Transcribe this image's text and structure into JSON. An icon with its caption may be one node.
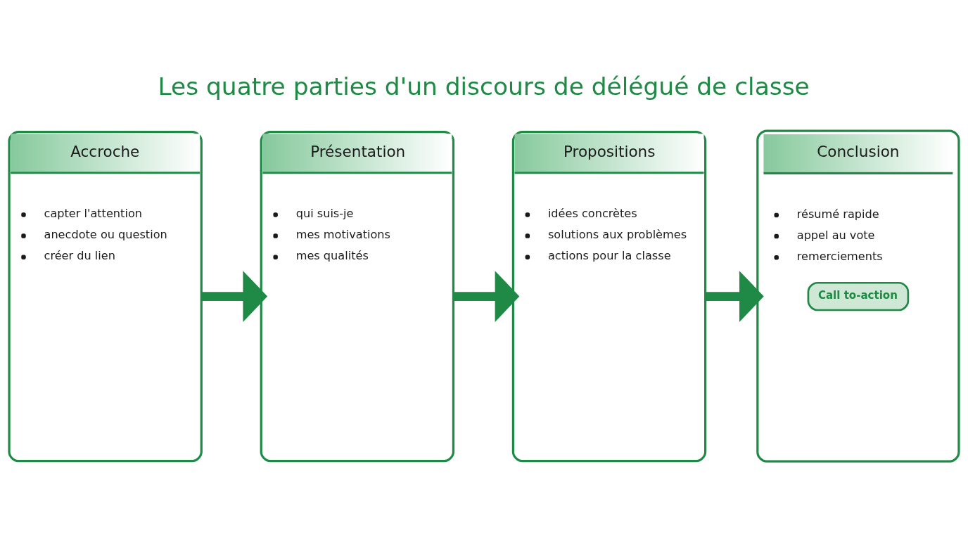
{
  "diagram": {
    "title": "Les quatre parties d'un discours de délégué de classe",
    "nodes": [
      {
        "text": [
          "Accroche",
          "capter l'attention",
          "anecdote ou question",
          "créer du lien"
        ]
      },
      {
        "text": [
          "Présentation",
          "qui suis-je",
          "mes motivations",
          "mes qualités"
        ]
      },
      {
        "text": [
          "Propositions",
          "idées concrètes",
          "solutions aux problèmes",
          "actions pour la classe"
        ]
      },
      {
        "text": [
          "Conclusion",
          "résumé rapide",
          "appel au vote",
          "remerciements"
        ]
      },
      {
        "text": [
          "Call to-action"
        ],
        "in": 3
      }
    ],
    "edges": [
      {
        "from": 0,
        "to": 1,
        "arrow": "to"
      },
      {
        "from": 1,
        "to": 2,
        "arrow": "to"
      },
      {
        "from": 2,
        "to": 3,
        "arrow": "to"
      }
    ]
  }
}
